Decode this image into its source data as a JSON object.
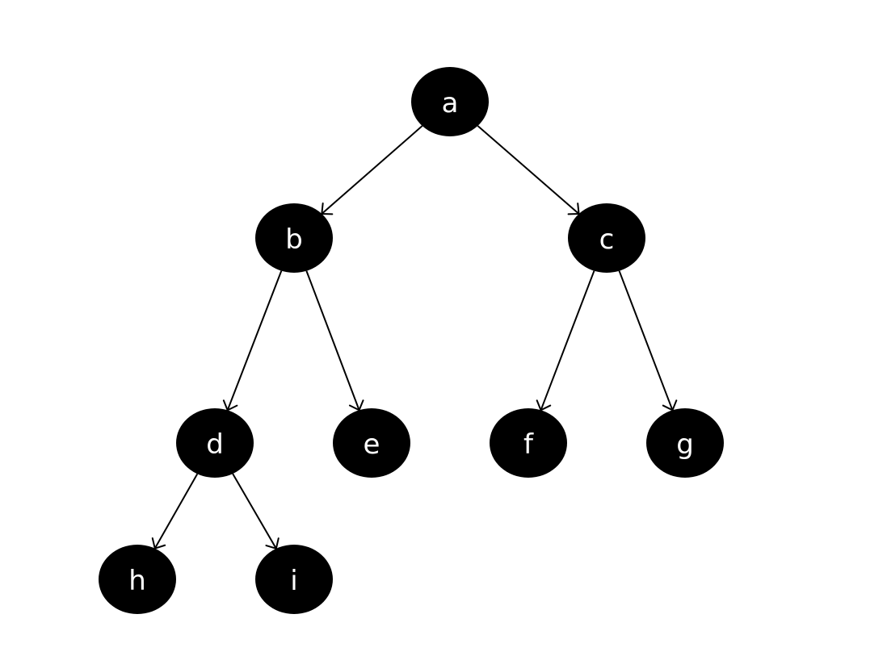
{
  "tree": {
    "nodes": [
      {
        "id": "a",
        "label": "a"
      },
      {
        "id": "b",
        "label": "b"
      },
      {
        "id": "c",
        "label": "c"
      },
      {
        "id": "d",
        "label": "d"
      },
      {
        "id": "e",
        "label": "e"
      },
      {
        "id": "f",
        "label": "f"
      },
      {
        "id": "g",
        "label": "g"
      },
      {
        "id": "h",
        "label": "h"
      },
      {
        "id": "i",
        "label": "i"
      }
    ],
    "edges": [
      {
        "from": "a",
        "to": "b"
      },
      {
        "from": "a",
        "to": "c"
      },
      {
        "from": "b",
        "to": "d"
      },
      {
        "from": "b",
        "to": "e"
      },
      {
        "from": "c",
        "to": "f"
      },
      {
        "from": "c",
        "to": "g"
      },
      {
        "from": "d",
        "to": "h"
      },
      {
        "from": "d",
        "to": "i"
      }
    ],
    "colors": {
      "node_fill": "#000000",
      "label_color": "#ffffff",
      "edge_color": "#000000",
      "background": "#ffffff"
    }
  }
}
